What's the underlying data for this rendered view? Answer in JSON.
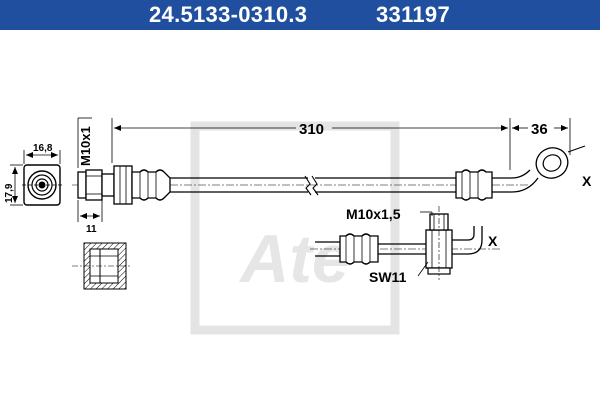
{
  "header": {
    "part_number": "24.5133-0310.3",
    "reference_number": "331197"
  },
  "watermark": {
    "brand": "Ate"
  },
  "dimensions": {
    "overall_length": "310",
    "end_length": "36",
    "thread_main": "M10x1",
    "thread_fitting": "M10x1,5",
    "wrench_size": "SW11",
    "end_width": "16,8",
    "end_height": "17,9",
    "nut_length": "11",
    "end_view_marker_1": "X",
    "end_view_marker_2": "X"
  },
  "colors": {
    "header_bg": "#1f4f9e",
    "header_text": "#ffffff",
    "line": "#000000",
    "watermark": "#e4e4e4"
  }
}
